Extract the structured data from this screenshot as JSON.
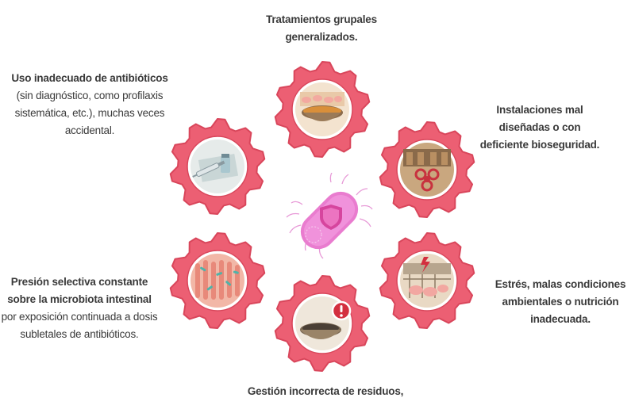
{
  "labels": {
    "top": "Tratamientos grupales generalizados.",
    "upper_left": {
      "bold": "Uso inadecuado de antibióticos",
      "rest": " (sin diagnóstico, como profilaxis sistemática, etc.), muchas veces accidental."
    },
    "upper_right": "Instalaciones mal diseñadas o con deficiente bioseguridad.",
    "lower_left": {
      "bold": "Presión selectiva constante sobre la microbiota intestinal",
      "rest": " por exposición continuada a dosis subletales de antibióticos."
    },
    "lower_right": "Estrés, malas condiciones ambientales o nutrición inadecuada.",
    "bottom": "Gestión incorrecta de residuos,"
  },
  "icons": {
    "top": "feed-trough-with-pigs-icon",
    "upper_left": "syringe-and-vial-icon",
    "upper_right": "biohazard-barn-icon",
    "lower_left": "intestinal-microbiota-icon",
    "lower_right": "stressed-pigs-icon",
    "bottom": "waste-bowl-warning-icon",
    "center": "resistant-bacterium-shield-icon"
  },
  "colors": {
    "gear": "#ec5f73",
    "gear_dark": "#d9465b",
    "text": "#3a3a3a",
    "bacterium": "#e87ad0",
    "alert": "#d32f3f"
  }
}
